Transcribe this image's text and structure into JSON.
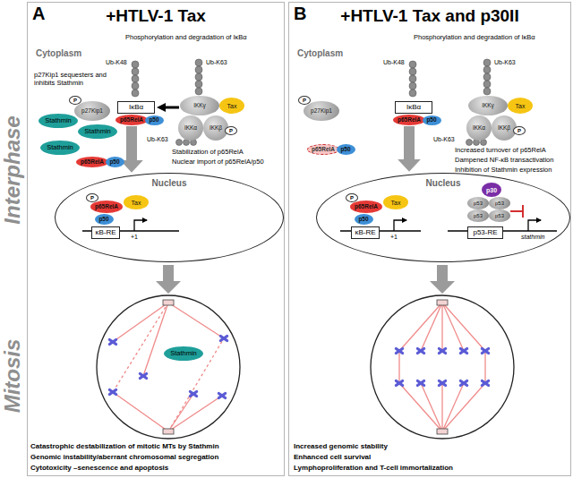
{
  "diagram": {
    "nodes": [
      {
        "text": [
          "+HTLV-1 Tax"
        ]
      },
      {
        "text": [
          "IκBα"
        ],
        "in": 0
      },
      {
        "text": [
          "p65RelA"
        ],
        "in": 0
      },
      {
        "text": [
          "p50"
        ],
        "in": 0
      },
      {
        "text": [
          "IKKγ"
        ],
        "in": 0
      },
      {
        "text": [
          "IKKα"
        ],
        "in": 0
      },
      {
        "text": [
          "IKKβ"
        ],
        "in": 0
      },
      {
        "text": [
          "P"
        ],
        "in": 0
      },
      {
        "text": [
          "Tax"
        ],
        "in": 0
      },
      {
        "text": [
          "p27Kip1"
        ],
        "in": 0
      },
      {
        "text": [
          "P"
        ],
        "in": 0
      },
      {
        "text": [
          "Stathmin"
        ],
        "in": 0
      },
      {
        "text": [
          "Stathmin"
        ],
        "in": 0
      },
      {
        "text": [
          "Stathmin"
        ],
        "in": 0
      },
      {
        "text": [
          "p65RelA"
        ],
        "in": 0
      },
      {
        "text": [
          "p50"
        ],
        "in": 0
      },
      {
        "text": [
          "Nucleus"
        ],
        "in": 0
      },
      {
        "text": [
          "P"
        ],
        "in": 16
      },
      {
        "text": [
          "p65RelA"
        ],
        "in": 16
      },
      {
        "text": [
          "Tax"
        ],
        "in": 16
      },
      {
        "text": [
          "p50"
        ],
        "in": 16
      },
      {
        "text": [
          "κB-RE"
        ],
        "in": 16
      },
      {
        "text": [
          "Stathmin"
        ],
        "in": 0
      },
      {
        "text": [
          "+HTLV-1 Tax and p30II"
        ]
      },
      {
        "text": [
          "IκBα"
        ],
        "in": 23
      },
      {
        "text": [
          "p65RelA"
        ],
        "in": 23
      },
      {
        "text": [
          "p50"
        ],
        "in": 23
      },
      {
        "text": [
          "IKKγ"
        ],
        "in": 23
      },
      {
        "text": [
          "IKKα"
        ],
        "in": 23
      },
      {
        "text": [
          "IKKβ"
        ],
        "in": 23
      },
      {
        "text": [
          "P"
        ],
        "in": 23
      },
      {
        "text": [
          "Tax"
        ],
        "in": 23
      },
      {
        "text": [
          "p27Kip1"
        ],
        "in": 23
      },
      {
        "text": [
          "P"
        ],
        "in": 23
      },
      {
        "text": [
          "p65RelA"
        ],
        "in": 23
      },
      {
        "text": [
          "p50"
        ],
        "in": 23
      },
      {
        "text": [
          "Nucleus"
        ],
        "in": 23
      },
      {
        "text": [
          "P"
        ],
        "in": 36
      },
      {
        "text": [
          "p65RelA"
        ],
        "in": 36
      },
      {
        "text": [
          "Tax"
        ],
        "in": 36
      },
      {
        "text": [
          "p50"
        ],
        "in": 36
      },
      {
        "text": [
          "κB-RE"
        ],
        "in": 36
      },
      {
        "text": [
          "p30"
        ],
        "in": 36
      },
      {
        "text": [
          "p53"
        ],
        "in": 36
      },
      {
        "text": [
          "p53"
        ],
        "in": 36
      },
      {
        "text": [
          "p53"
        ],
        "in": 36
      },
      {
        "text": [
          "p53"
        ],
        "in": 36
      },
      {
        "text": [
          "p53-RE"
        ],
        "in": 36
      }
    ],
    "edges": [
      {
        "from": 4,
        "to": 1,
        "arrow": "to"
      },
      {
        "from": 2,
        "to": 16,
        "arrow": "to"
      },
      {
        "from": 25,
        "to": 36,
        "arrow": "to"
      }
    ],
    "labels": [
      "A",
      "Interphase",
      "Mitosis",
      "Phosphorylation and degradation of IκBα",
      "Cytoplasm",
      "Ub-K48",
      "Ub-K63",
      "p27Kip1 sequesters and inhibits Stathmin",
      "Ub-K63",
      "Stabilization of p65RelA",
      "Nuclear import of p65RelA/p50",
      "+1",
      "Catastrophic destabilization of mitotic MTs by Stathmin",
      "Genomic instability/aberrant chromosomal segregation",
      "Cytotoxicity –senescence and apoptosis",
      "B",
      "Phosphorylation and degradation of IκBα",
      "Cytoplasm",
      "Ub-K48",
      "Ub-K63",
      "Ub-K63",
      "Increased turnover of p65RelA",
      "Dampened NF-κB transactivation",
      "Inhibition of Stathmin expression",
      "+1",
      "stathmin",
      "Increased genomic stability",
      "Enhanced cell survival",
      "Lymphoproliferation and T-cell immortalization"
    ]
  }
}
